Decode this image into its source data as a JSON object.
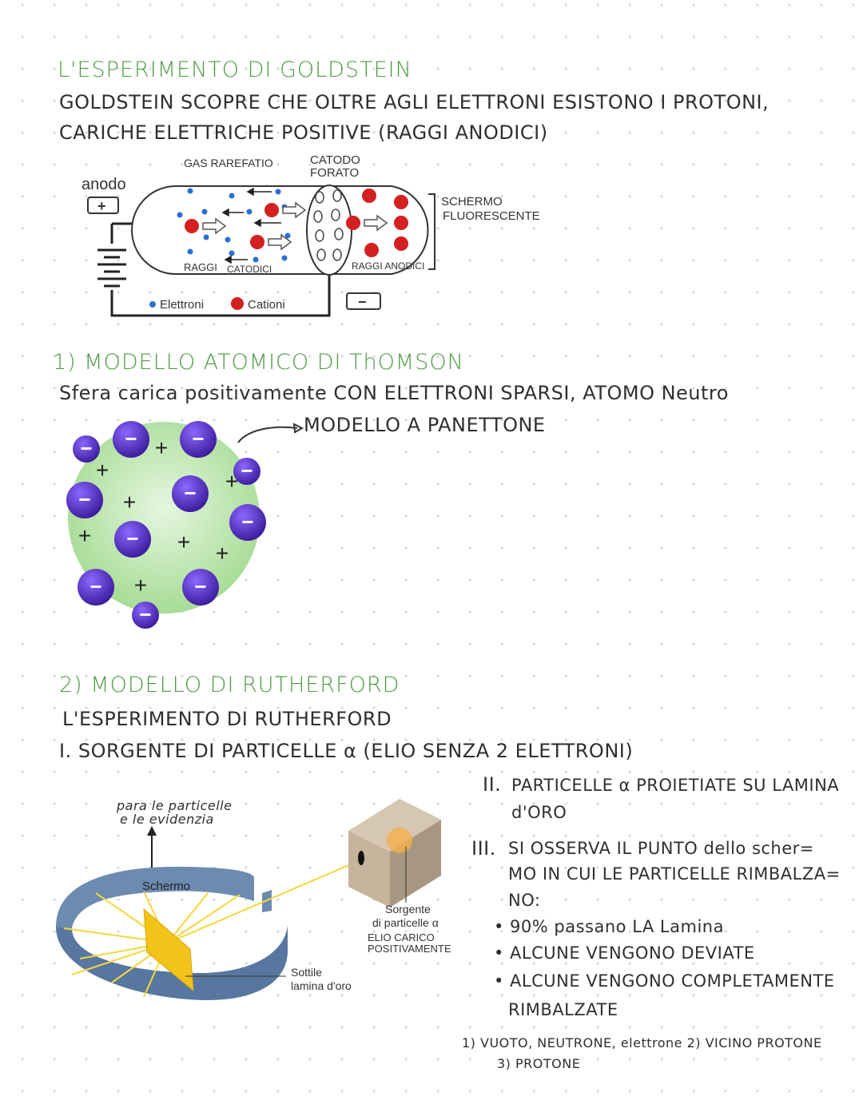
{
  "goldstein": {
    "title": "L'ESPERIMENTO DI GOLDSTEIN",
    "line1": "GOLDSTEIN SCOPRE CHE OLTRE AGLI ELETTRONI ESISTONO I PROTONI,",
    "line2": "CARICHE ELETTRICHE POSITIVE (RAGGI ANODICI)",
    "diagram": {
      "anodo": "anodo",
      "gas": "GAS RAREFATIO",
      "catodo_1": "CATODO",
      "catodo_2": "FORATO",
      "schermo_1": "SCHERMO",
      "schermo_2": "FLUORESCENTE",
      "raggi_catodici_1": "RAGGI",
      "raggi_catodici_2": "CATODICI",
      "raggi_anodici": "RAGGI ANODICI",
      "legend_electrons": "Elettroni",
      "legend_cations": "Cationi",
      "plus_sign": "+",
      "minus_sign": "−"
    }
  },
  "thomson": {
    "title": "1) MODELLO ATOMICO DI ThOMSON",
    "description": "Sfera carica positivamente CON ELETTRONI SPARSI, ATOMO Neutro",
    "arrow_label": "MODELLO A PANETTONE",
    "plus": "+",
    "minus": "−"
  },
  "rutherford": {
    "title": "2) MODELLO DI RUTHERFORD",
    "subtitle": "L'ESPERIMENTO DI RUTHERFORD",
    "step1": "I. SORGENTE DI PARTICELLE α  (ELIO SENZA 2 ELETTRONI)",
    "step2_num": "II.",
    "step2_line1": "PARTICELLE α PROIETIATE SU LAMINA",
    "step2_line2": "d'ORO",
    "step3_num": "III.",
    "step3_line1": "SI OSSERVA IL PUNTO dello scher=",
    "step3_line2": "MO IN CUI LE PARTICELLE RIMBALZA=",
    "step3_line3": "NO:",
    "bullet1": "• 90% passano LA Lamina",
    "bullet2": "• ALCUNE VENGONO DEVIATE",
    "bullet3a": "• ALCUNE VENGONO COMPLETAMENTE",
    "bullet3b": "RIMBALZATE",
    "answer1": "1) VUOTO, NEUTRONE, elettrone  2) VICINO PROTONE",
    "answer2": "3) PROTONE",
    "note_1": "para le particelle",
    "note_2": "e le evidenzia",
    "label_schermo": "Schermo",
    "label_sorgente_1": "Sorgente",
    "label_sorgente_2": "di particelle α",
    "label_elio_1": "ELIO CARICO",
    "label_elio_2": "POSITIVAMENTE",
    "label_lamina_1": "Sottile",
    "label_lamina_2": "lamina d'oro"
  },
  "colors": {
    "title_green": "#4f9a45",
    "electron_blue": "#2a6fd6",
    "cation_red": "#d42020",
    "sphere_green": "#bfe6b2",
    "electron_purple": "#5a2ec4",
    "screen_blue": "#5f7fa3",
    "gold": "#f2c318"
  }
}
